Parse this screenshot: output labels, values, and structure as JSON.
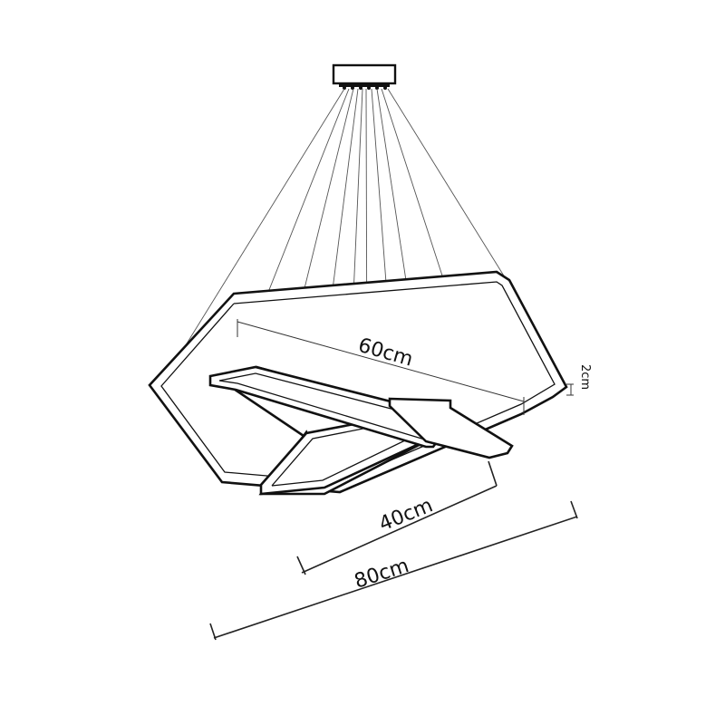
{
  "dimensions": {
    "inner_diagonal": "60cm",
    "middle_width": "40cm",
    "outer_width": "80cm",
    "frame_thickness": "2cm"
  },
  "colors": {
    "line": "#111111",
    "wire": "#555555",
    "background": "#ffffff"
  }
}
